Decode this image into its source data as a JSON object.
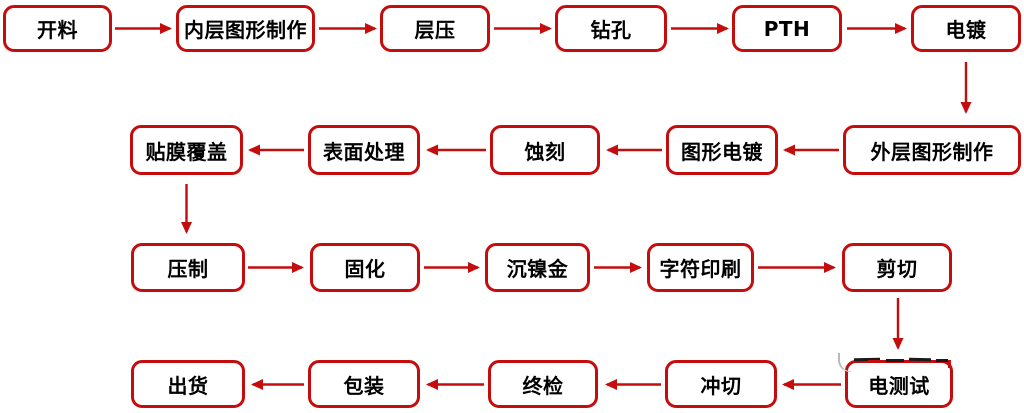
{
  "colors": {
    "accent": "#c40d0d",
    "node_text": "#000000",
    "node_background": "#ffffff",
    "page_background": "#ffffff"
  },
  "flowchart": {
    "type": "process-flow",
    "nodes": [
      {
        "label": "开料"
      },
      {
        "label": "内层图形制作"
      },
      {
        "label": "层压"
      },
      {
        "label": "钻孔"
      },
      {
        "label": "PTH"
      },
      {
        "label": "电镀"
      },
      {
        "label": "外层图形制作"
      },
      {
        "label": "图形电镀"
      },
      {
        "label": "蚀刻"
      },
      {
        "label": "表面处理"
      },
      {
        "label": "贴膜覆盖"
      },
      {
        "label": "压制"
      },
      {
        "label": "固化"
      },
      {
        "label": "沉镍金"
      },
      {
        "label": "字符印刷"
      },
      {
        "label": "剪切"
      },
      {
        "label": "电测试"
      },
      {
        "label": "冲切"
      },
      {
        "label": "终检"
      },
      {
        "label": "包装"
      },
      {
        "label": "出货"
      }
    ],
    "edges": [
      {
        "from": "开料",
        "to": "内层图形制作"
      },
      {
        "from": "内层图形制作",
        "to": "层压"
      },
      {
        "from": "层压",
        "to": "钻孔"
      },
      {
        "from": "钻孔",
        "to": "PTH"
      },
      {
        "from": "PTH",
        "to": "电镀"
      },
      {
        "from": "电镀",
        "to": "外层图形制作"
      },
      {
        "from": "外层图形制作",
        "to": "图形电镀"
      },
      {
        "from": "图形电镀",
        "to": "蚀刻"
      },
      {
        "from": "蚀刻",
        "to": "表面处理"
      },
      {
        "from": "表面处理",
        "to": "贴膜覆盖"
      },
      {
        "from": "贴膜覆盖",
        "to": "压制"
      },
      {
        "from": "压制",
        "to": "固化"
      },
      {
        "from": "固化",
        "to": "沉镍金"
      },
      {
        "from": "沉镍金",
        "to": "字符印刷"
      },
      {
        "from": "字符印刷",
        "to": "剪切"
      },
      {
        "from": "剪切",
        "to": "电测试"
      },
      {
        "from": "电测试",
        "to": "冲切"
      },
      {
        "from": "冲切",
        "to": "终检"
      },
      {
        "from": "终检",
        "to": "包装"
      },
      {
        "from": "包装",
        "to": "出货"
      }
    ],
    "artifacts": {
      "watermark_remnant_near": "电测试"
    }
  }
}
